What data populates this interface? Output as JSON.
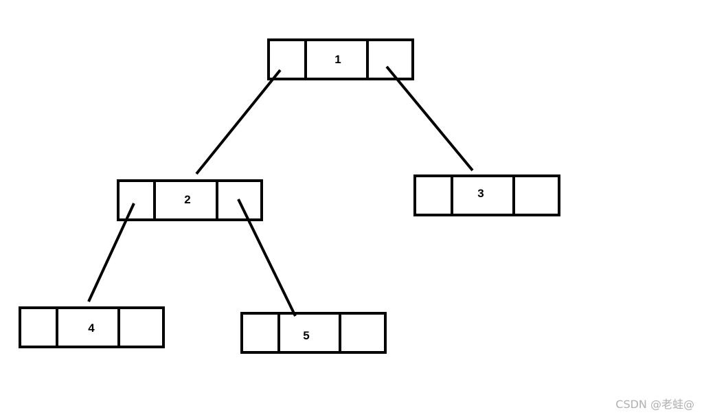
{
  "nodes": [
    {
      "id": "1",
      "label": "1"
    },
    {
      "id": "2",
      "label": "2"
    },
    {
      "id": "3",
      "label": "3"
    },
    {
      "id": "4",
      "label": "4"
    },
    {
      "id": "5",
      "label": "5"
    }
  ],
  "edges": [
    {
      "from": "1",
      "to": "2",
      "side": "left"
    },
    {
      "from": "1",
      "to": "3",
      "side": "right"
    },
    {
      "from": "2",
      "to": "4",
      "side": "left"
    },
    {
      "from": "2",
      "to": "5",
      "side": "right"
    }
  ],
  "colors": {
    "stroke": "#000000",
    "background": "#ffffff",
    "watermark": "#b0b0b0"
  },
  "watermark": "CSDN @老蛙@"
}
